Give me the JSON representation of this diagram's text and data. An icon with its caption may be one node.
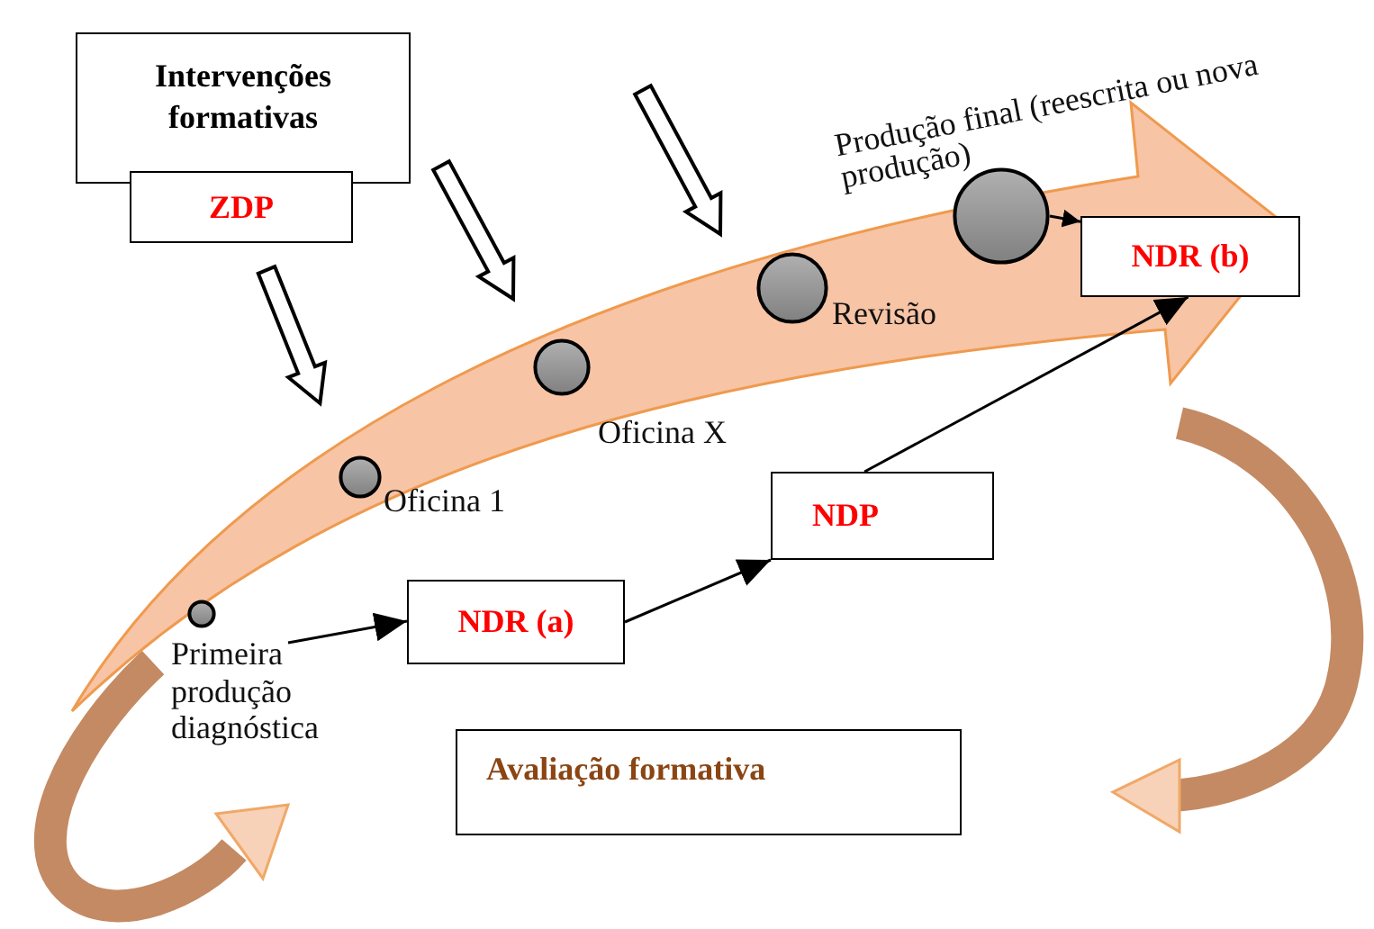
{
  "diagram": {
    "nodes": [
      {
        "text": [
          "Intervenções formativas"
        ]
      },
      {
        "text": [
          "ZDP"
        ]
      },
      {
        "text": [],
        "shape": "arrow"
      },
      {
        "text": [],
        "shape": "circle",
        "in": 2,
        "beside": [
          "Produção final (reescrita ou nova produção)"
        ]
      },
      {
        "text": [
          "NDR (b)"
        ],
        "in": 2
      },
      {
        "text": [],
        "shape": "circle",
        "in": 2,
        "beside": [
          "Revisão"
        ]
      },
      {
        "text": [],
        "shape": "circle",
        "in": 2,
        "beside": [
          "Oficina X"
        ]
      },
      {
        "text": [],
        "shape": "circle",
        "in": 2,
        "beside": [
          "Oficina 1"
        ]
      },
      {
        "text": [
          "NDP"
        ]
      },
      {
        "text": [],
        "shape": "circle",
        "beside": [
          "Primeira produção diagnóstica"
        ]
      },
      {
        "text": [
          "NDR (a)"
        ]
      },
      {
        "text": [
          "Avaliação formativa"
        ]
      }
    ],
    "edges": [
      {
        "from": null,
        "to": 2,
        "arrow": "to",
        "style": "thick"
      },
      {
        "from": null,
        "to": 2,
        "arrow": "to",
        "style": "thick"
      },
      {
        "from": null,
        "to": 2,
        "arrow": "to",
        "style": "thick"
      },
      {
        "from": 9,
        "to": 10,
        "arrow": "to"
      },
      {
        "from": 10,
        "to": 8,
        "arrow": "to"
      },
      {
        "from": 8,
        "to": 4,
        "arrow": "to"
      },
      {
        "from": 3,
        "to": 4,
        "arrow": "to"
      }
    ]
  }
}
